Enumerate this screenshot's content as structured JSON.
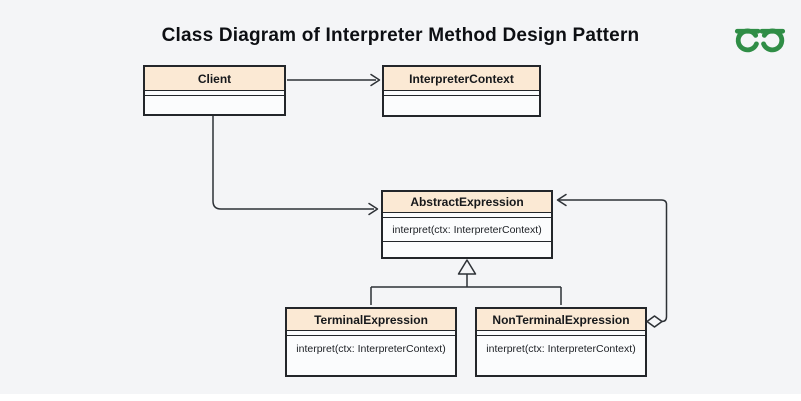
{
  "title": "Class Diagram of Interpreter Method Design Pattern",
  "logo": {
    "alt": "geeksforgeeks-logo",
    "color": "#2f8d46"
  },
  "colors": {
    "background": "#f4f5f7",
    "box_header_fill": "#fbe9d4",
    "box_body_fill": "#fbfcfd",
    "box_border": "#23262a",
    "connector": "#2d3136",
    "title_text": "#0d0f13",
    "bottom_strip": "#ffffff"
  },
  "classes": [
    {
      "name": "Client",
      "methods": []
    },
    {
      "name": "InterpreterContext",
      "methods": []
    },
    {
      "name": "AbstractExpression",
      "methods": [
        "interpret(ctx: InterpreterContext)"
      ]
    },
    {
      "name": "TerminalExpression",
      "methods": [
        "interpret(ctx: InterpreterContext)"
      ]
    },
    {
      "name": "NonTerminalExpression",
      "methods": [
        "interpret(ctx: InterpreterContext)"
      ]
    }
  ],
  "relationships": [
    {
      "type": "association",
      "from": "Client",
      "to": "InterpreterContext",
      "marker": "open-arrow"
    },
    {
      "type": "association",
      "from": "Client",
      "to": "AbstractExpression",
      "marker": "open-arrow"
    },
    {
      "type": "generalization",
      "from": "TerminalExpression",
      "to": "AbstractExpression",
      "marker": "hollow-triangle"
    },
    {
      "type": "generalization",
      "from": "NonTerminalExpression",
      "to": "AbstractExpression",
      "marker": "hollow-triangle"
    },
    {
      "type": "aggregation",
      "from": "NonTerminalExpression",
      "to": "AbstractExpression",
      "marker": "hollow-diamond-open-arrow"
    }
  ]
}
